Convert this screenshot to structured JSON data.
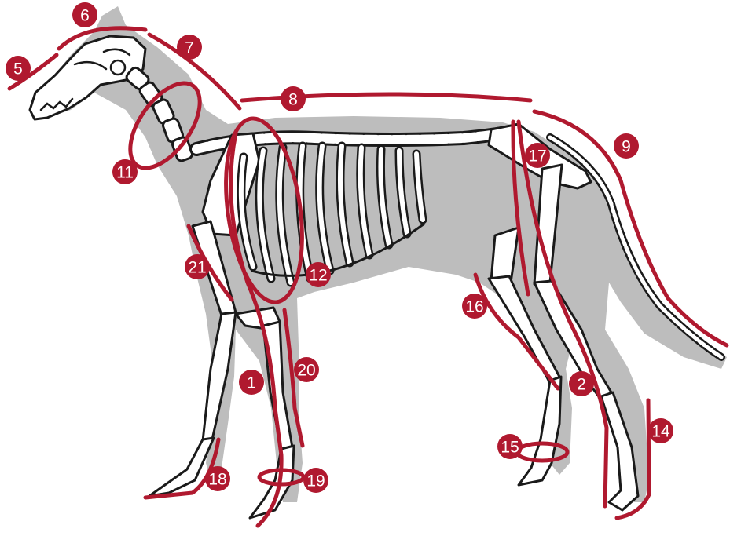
{
  "colors": {
    "measure_line": "#b0192f",
    "badge_fill": "#b0192f",
    "badge_text": "#ffffff",
    "silhouette": "#bdbdbd",
    "bone_fill": "#ffffff",
    "bone_outline": "#1a1a1a"
  },
  "markers": [
    {
      "id": "m5",
      "label": "5"
    },
    {
      "id": "m6",
      "label": "6"
    },
    {
      "id": "m7",
      "label": "7"
    },
    {
      "id": "m8",
      "label": "8"
    },
    {
      "id": "m9",
      "label": "9"
    },
    {
      "id": "m11",
      "label": "11"
    },
    {
      "id": "m12",
      "label": "12"
    },
    {
      "id": "m17",
      "label": "17"
    },
    {
      "id": "m21",
      "label": "21"
    },
    {
      "id": "m16",
      "label": "16"
    },
    {
      "id": "m1",
      "label": "1"
    },
    {
      "id": "m20",
      "label": "20"
    },
    {
      "id": "m2",
      "label": "2"
    },
    {
      "id": "m14",
      "label": "14"
    },
    {
      "id": "m15",
      "label": "15"
    },
    {
      "id": "m18",
      "label": "18"
    },
    {
      "id": "m19",
      "label": "19"
    }
  ]
}
